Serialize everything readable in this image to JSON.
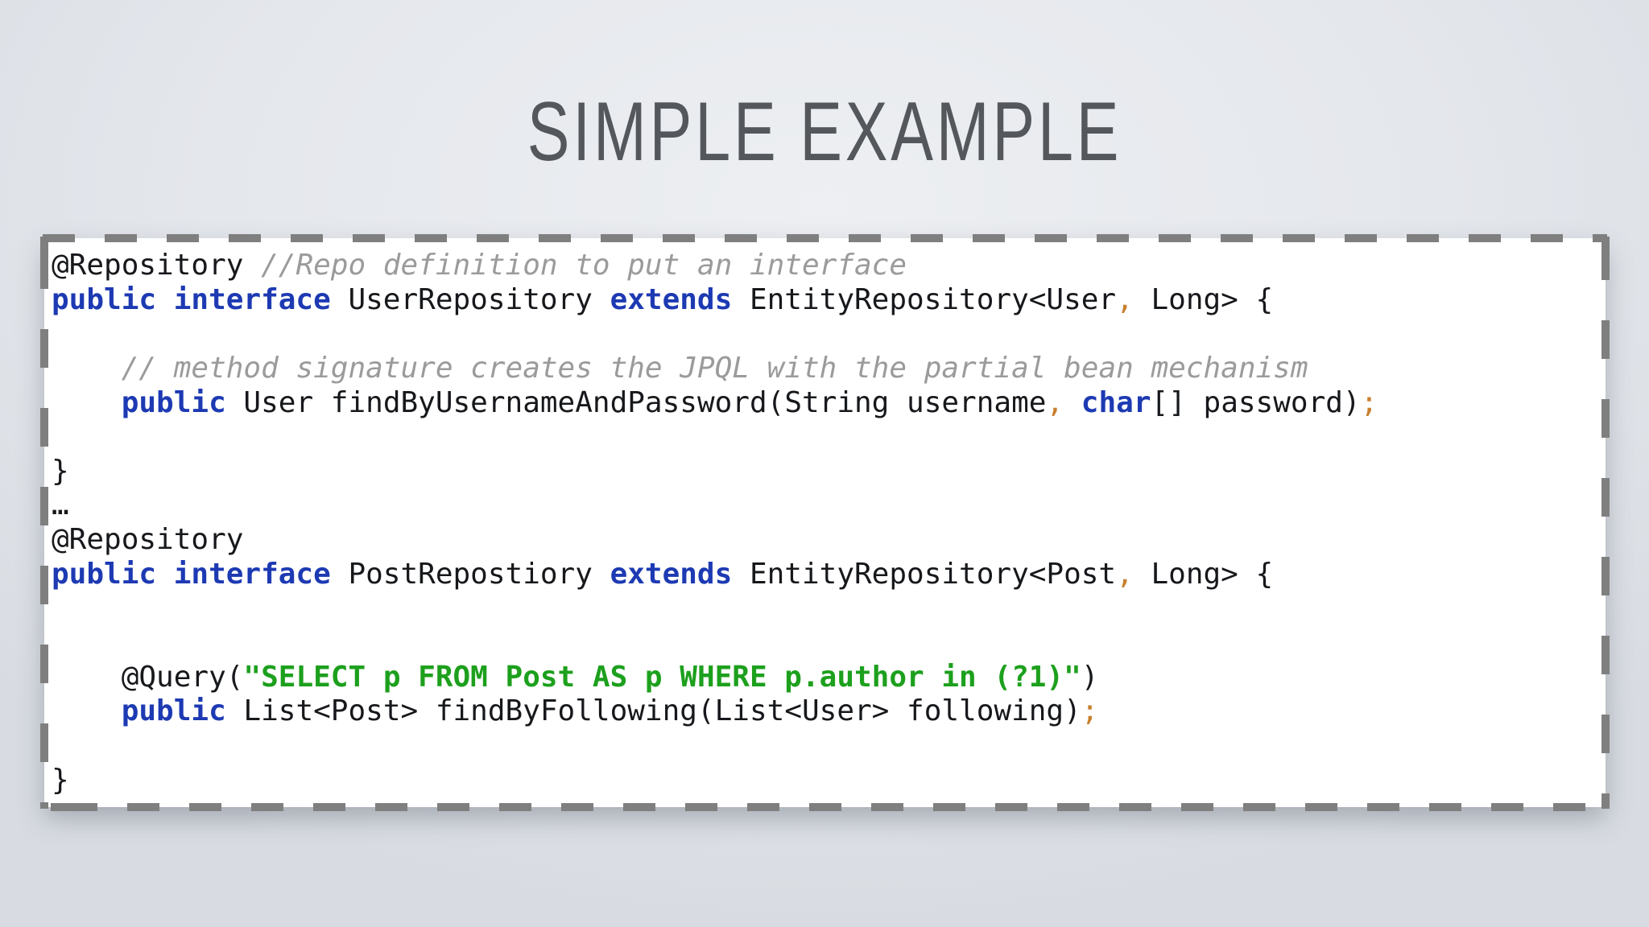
{
  "slide": {
    "title": "SIMPLE EXAMPLE"
  },
  "colors": {
    "title": "#54585c",
    "keyword_blue": "#1d3ab3",
    "comment_gray": "#9b9b9b",
    "string_green": "#1da01d",
    "punct_orange": "#c8802f",
    "code_text": "#16181b",
    "dash_gray": "#7f7f7f",
    "box_background": "#ffffff",
    "slide_bg_center": "#edeff2",
    "slide_bg_mid": "#e4e7ec",
    "slide_bg_edge": "#d8dce2"
  },
  "code_block": {
    "language": "java",
    "lines": [
      {
        "segments": [
          [
            "p",
            "@Repository "
          ],
          [
            "c",
            "//Repo definition to put an interface"
          ]
        ]
      },
      {
        "segments": [
          [
            "k",
            "public interface"
          ],
          [
            "p",
            " UserRepository "
          ],
          [
            "k",
            "extends"
          ],
          [
            "p",
            " EntityRepository<User"
          ],
          [
            "o",
            ","
          ],
          [
            "p",
            " Long> {"
          ]
        ]
      },
      {
        "segments": []
      },
      {
        "segments": [
          [
            "p",
            "    "
          ],
          [
            "c",
            "// method signature creates the JPQL with the partial bean mechanism"
          ]
        ]
      },
      {
        "segments": [
          [
            "p",
            "    "
          ],
          [
            "k",
            "public"
          ],
          [
            "p",
            " User findByUsernameAndPassword(String username"
          ],
          [
            "o",
            ","
          ],
          [
            "p",
            " "
          ],
          [
            "k",
            "char"
          ],
          [
            "p",
            "[] password)"
          ],
          [
            "o",
            ";"
          ]
        ]
      },
      {
        "segments": []
      },
      {
        "segments": [
          [
            "p",
            "}"
          ]
        ]
      },
      {
        "segments": [
          [
            "p",
            "…"
          ]
        ]
      },
      {
        "segments": [
          [
            "p",
            "@Repository"
          ]
        ]
      },
      {
        "segments": [
          [
            "k",
            "public interface"
          ],
          [
            "p",
            " PostRepostiory "
          ],
          [
            "k",
            "extends"
          ],
          [
            "p",
            " EntityRepository<Post"
          ],
          [
            "o",
            ","
          ],
          [
            "p",
            " Long> {"
          ]
        ]
      },
      {
        "segments": []
      },
      {
        "segments": []
      },
      {
        "segments": [
          [
            "p",
            "    @Query("
          ],
          [
            "s",
            "\"SELECT p FROM Post AS p WHERE p.author in (?1)\""
          ],
          [
            "p",
            ")"
          ]
        ]
      },
      {
        "segments": [
          [
            "p",
            "    "
          ],
          [
            "k",
            "public"
          ],
          [
            "p",
            " List<Post> findByFollowing(List<User> following)"
          ],
          [
            "o",
            ";"
          ]
        ]
      },
      {
        "segments": []
      },
      {
        "segments": [
          [
            "p",
            "}"
          ]
        ]
      }
    ]
  }
}
